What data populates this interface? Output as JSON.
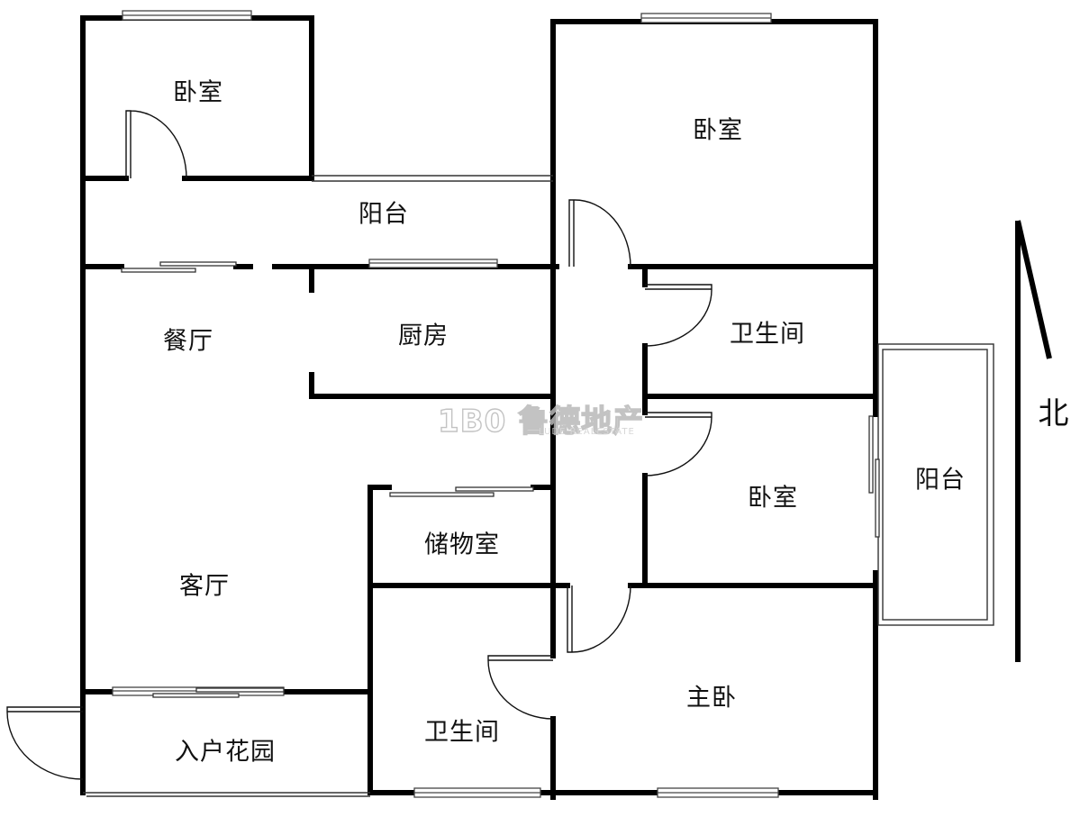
{
  "rooms": {
    "bedroom_nw": "卧室",
    "bedroom_ne": "卧室",
    "balcony_north": "阳台",
    "dining": "餐厅",
    "kitchen": "厨房",
    "bathroom_east": "卫生间",
    "bedroom_east": "卧室",
    "balcony_east": "阳台",
    "storage": "储物室",
    "living": "客厅",
    "master_bedroom": "主卧",
    "bathroom_south": "卫生间",
    "entry_garden": "入户花园"
  },
  "compass": {
    "north_label": "北"
  },
  "watermark": {
    "brand": "1B0 鲁德地产",
    "sub": "LUDE REALESTATE"
  },
  "colors": {
    "wall": "#000000",
    "window": "#555555",
    "background": "#ffffff"
  }
}
